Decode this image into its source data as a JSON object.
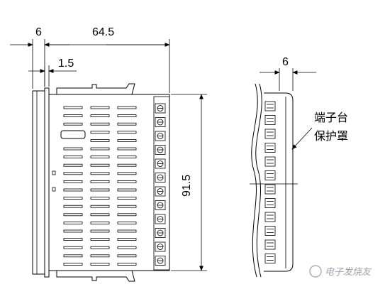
{
  "side_view": {
    "dimensions": {
      "front_depth": "6",
      "body_depth": "64.5",
      "flange": "1.5",
      "height": "91.5"
    }
  },
  "cover_view": {
    "dimension": "6",
    "label_line1": "端子台",
    "label_line2": "保护罩"
  },
  "watermark": "电子发烧友"
}
